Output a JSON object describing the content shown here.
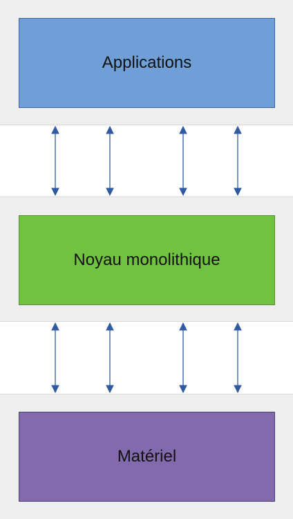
{
  "layers": [
    {
      "label": "Applications",
      "color": "#6f9fd6"
    },
    {
      "label": "Noyau monolithique",
      "color": "#72c241"
    },
    {
      "label": "Matériel",
      "color": "#826aad"
    }
  ],
  "arrow_color": "#2f5aa0",
  "band_color": "#efefef"
}
